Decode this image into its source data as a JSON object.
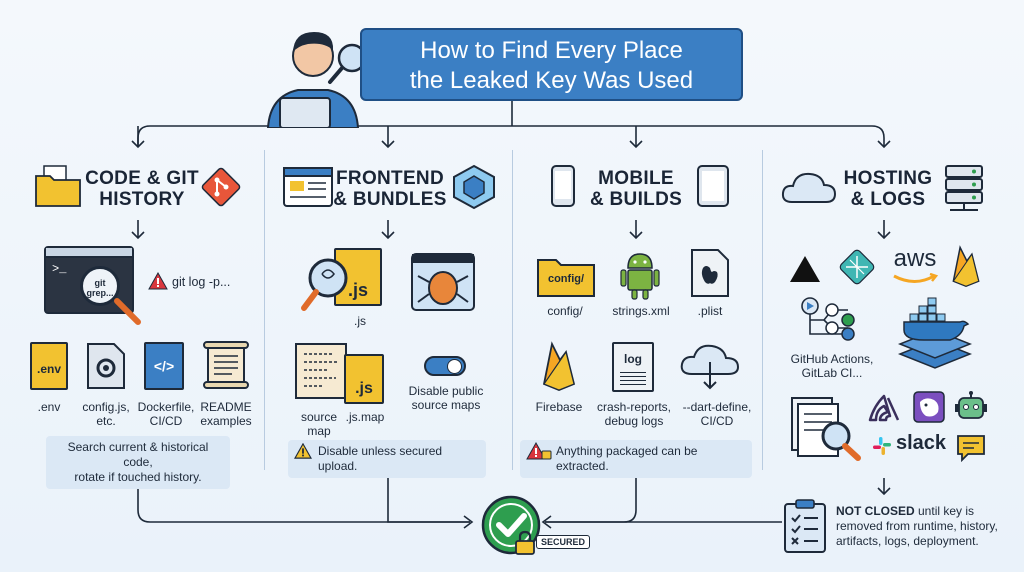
{
  "title": {
    "line1": "How to Find Every Place",
    "line2": "the Leaked Key Was Used"
  },
  "columns": [
    {
      "heading_line1": "CODE & GIT",
      "heading_line2": "HISTORY",
      "terminal_text_line1": "git",
      "terminal_text_line2": "grep...",
      "warning": "git log -p...",
      "files": [
        {
          "tag": ".env",
          "label_line1": ".env",
          "label_line2": ""
        },
        {
          "tag": "",
          "label_line1": "config.js,",
          "label_line2": "etc."
        },
        {
          "tag": "</>",
          "label_line1": "Dockerfile,",
          "label_line2": "CI/CD"
        },
        {
          "tag": "",
          "label_line1": "README",
          "label_line2": "examples"
        }
      ],
      "note_line1": "Search current & historical code,",
      "note_line2": "rotate if touched history."
    },
    {
      "heading_line1": "FRONTEND",
      "heading_line2": "& BUNDLES",
      "js_tag": ".js",
      "js_label": ".js",
      "map_tag": ".js",
      "source_map_label_line1": "source",
      "source_map_label_line2": "map",
      "js_map_label": ".js.map",
      "toggle_label_line1": "Disable public",
      "toggle_label_line2": "source maps",
      "note": "Disable unless secured upload."
    },
    {
      "heading_line1": "MOBILE",
      "heading_line2": "& BUILDS",
      "items": [
        {
          "tag": "config/",
          "label_line1": "config/",
          "label_line2": ""
        },
        {
          "tag": "",
          "label_line1": "strings.xml",
          "label_line2": ""
        },
        {
          "tag": "",
          "label_line1": ".plist",
          "label_line2": ""
        },
        {
          "tag": "",
          "label_line1": "Firebase",
          "label_line2": ""
        },
        {
          "tag": "log",
          "label_line1": "crash-reports,",
          "label_line2": "debug logs"
        },
        {
          "tag": "",
          "label_line1": "--dart-define,",
          "label_line2": "CI/CD"
        }
      ],
      "note": "Anything packaged can be extracted."
    },
    {
      "heading_line1": "HOSTING",
      "heading_line2": "& LOGS",
      "aws_text": "aws",
      "ci_label_line1": "GitHub Actions,",
      "ci_label_line2": "GitLab CI...",
      "slack_text": "slack",
      "bottom_bold": "NOT CLOSED",
      "bottom_rest_line1": " until key is",
      "bottom_line2": "removed from runtime, history,",
      "bottom_line3": "artifacts, logs, deployment."
    }
  ],
  "secured_label": "SECURED",
  "colors": {
    "title_bg": "#3b7fc4",
    "check_green": "#2e9e4f",
    "js_yellow": "#f2c230",
    "warning_red": "#d9363e",
    "android_green": "#7cb342",
    "firebase_orange": "#f5a623",
    "git_orange": "#e8563a"
  }
}
